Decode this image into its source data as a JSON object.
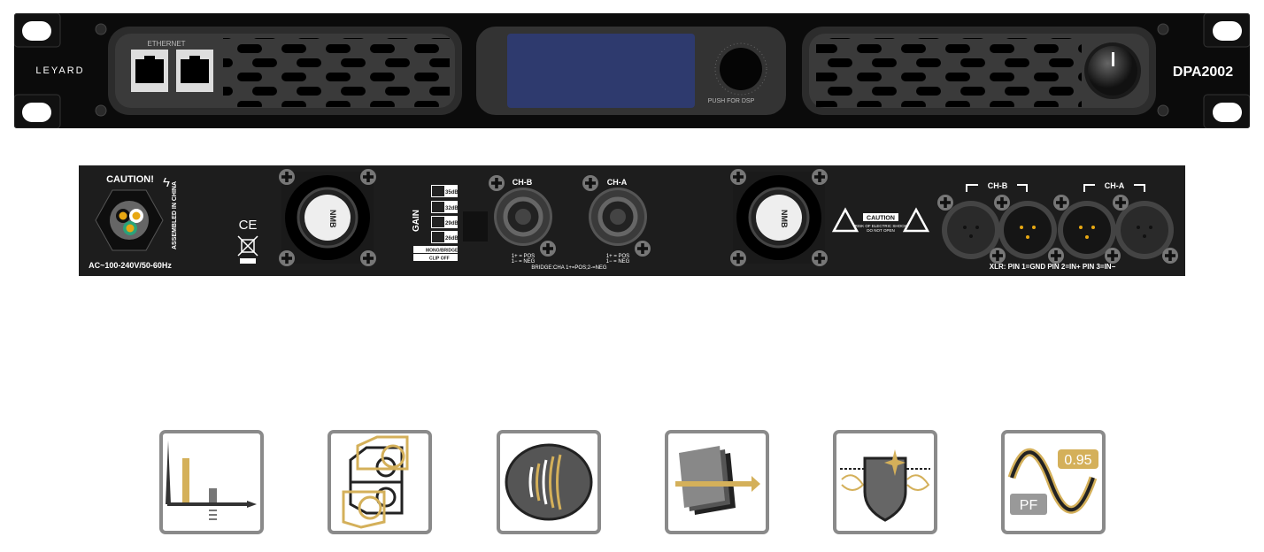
{
  "front_panel": {
    "brand": "LEYARD",
    "ethernet_label": "ETHERNET",
    "knob_label": "PUSH FOR DSP",
    "model": "DPA2002"
  },
  "rear_panel": {
    "caution": "CAUTION!",
    "power_rating": "AC~100-240V/50-60Hz",
    "assembled": "ASSEMBLED IN CHINA",
    "ce_mark": "CE",
    "gain_label": "GAIN",
    "gain_switches": [
      "35dB",
      "32dB",
      "29dB",
      "26dB"
    ],
    "mode_switches": [
      "MONO/BRIDGE",
      "CLIP OFF"
    ],
    "speakon": [
      {
        "label": "CH-B",
        "pos": "1+ = POS",
        "neg": "1− = NEG"
      },
      {
        "label": "CH-A",
        "pos": "1+ = POS",
        "neg": "1− = NEG"
      }
    ],
    "bridge_note": "BRIDGE:CHA 1+=POS;2-=NEG",
    "warning_title": "CAUTION",
    "warning_line1": "RISK OF ELECTRIC SHOCK",
    "warning_line2": "DO NOT OPEN",
    "xlr_groups": [
      "CH-B",
      "CH-A"
    ],
    "xlr_note": "XLR: PIN 1=GND  PIN 2=IN+  PIN 3=IN−",
    "fan_brand": "NMB"
  },
  "feature_icons": [
    {
      "name": "low-distortion-icon"
    },
    {
      "name": "multi-channel-icon"
    },
    {
      "name": "sound-wave-icon"
    },
    {
      "name": "signal-pass-through-icon"
    },
    {
      "name": "protection-shield-icon"
    },
    {
      "name": "power-factor-icon",
      "pf_label": "PF",
      "pf_value": "0.95"
    }
  ],
  "colors": {
    "gold": "#d4b05a",
    "panel": "#0b0b0b",
    "rear": "#1d1d1d",
    "screen": "#2e3a6e"
  }
}
